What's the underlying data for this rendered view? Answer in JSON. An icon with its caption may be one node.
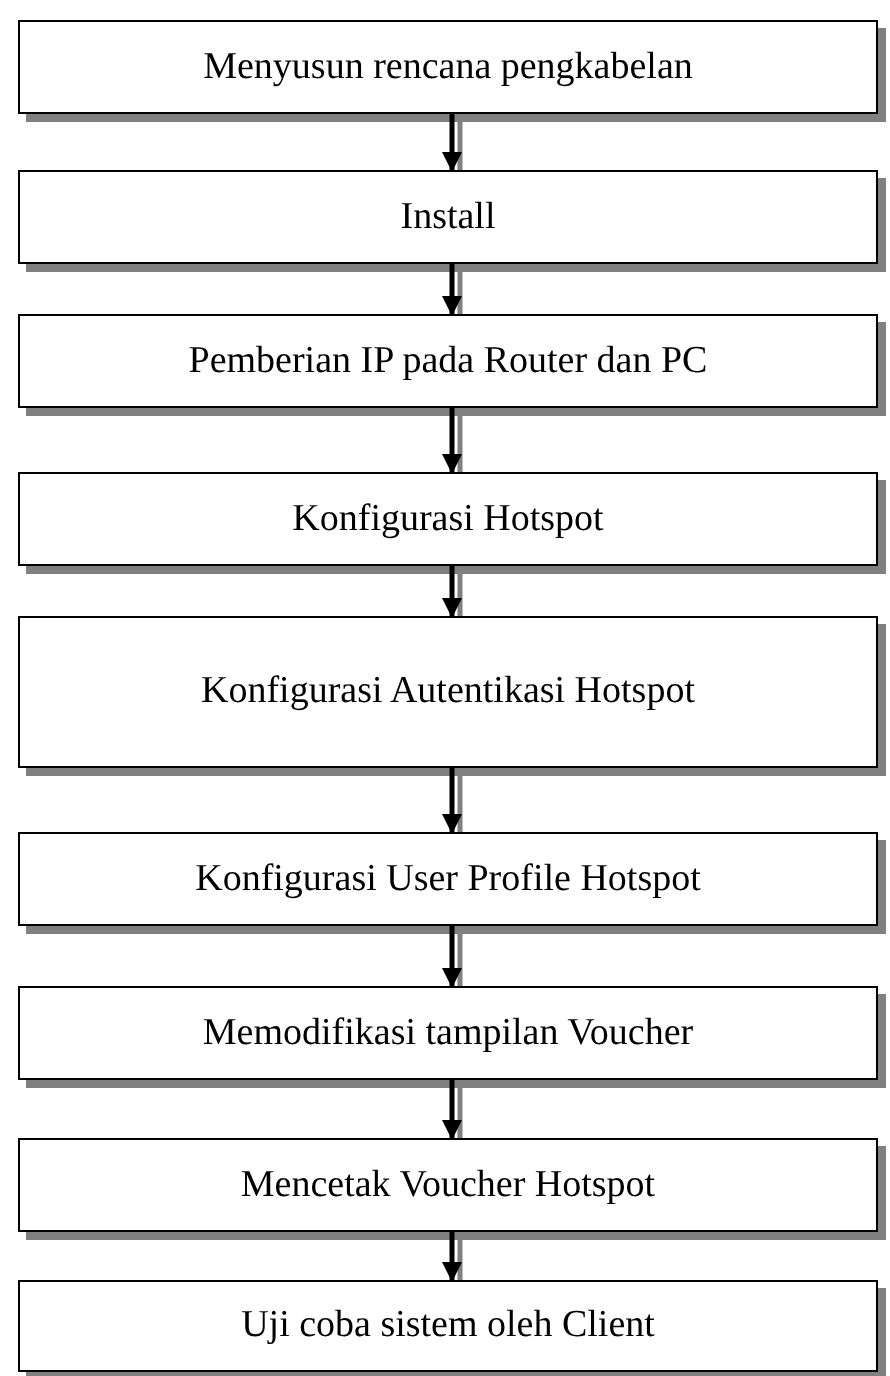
{
  "diagram": {
    "nodes": [
      {
        "text": [
          "Menyusun rencana pengkabelan"
        ]
      },
      {
        "text": [
          "Install"
        ]
      },
      {
        "text": [
          "Pemberian IP pada Router dan PC"
        ]
      },
      {
        "text": [
          "Konfigurasi Hotspot"
        ]
      },
      {
        "text": [
          "Konfigurasi Autentikasi Hotspot"
        ]
      },
      {
        "text": [
          "Konfigurasi User Profile Hotspot"
        ]
      },
      {
        "text": [
          "Memodifikasi tampilan Voucher"
        ]
      },
      {
        "text": [
          "Mencetak Voucher Hotspot"
        ]
      },
      {
        "text": [
          "Uji coba sistem oleh Client"
        ]
      }
    ],
    "edges": [
      {
        "from": 0,
        "to": 1,
        "arrow": "to"
      },
      {
        "from": 1,
        "to": 2,
        "arrow": "to"
      },
      {
        "from": 2,
        "to": 3,
        "arrow": "to"
      },
      {
        "from": 3,
        "to": 4,
        "arrow": "to"
      },
      {
        "from": 4,
        "to": 5,
        "arrow": "to"
      },
      {
        "from": 5,
        "to": 6,
        "arrow": "to"
      },
      {
        "from": 6,
        "to": 7,
        "arrow": "to"
      },
      {
        "from": 7,
        "to": 8,
        "arrow": "to"
      }
    ]
  }
}
